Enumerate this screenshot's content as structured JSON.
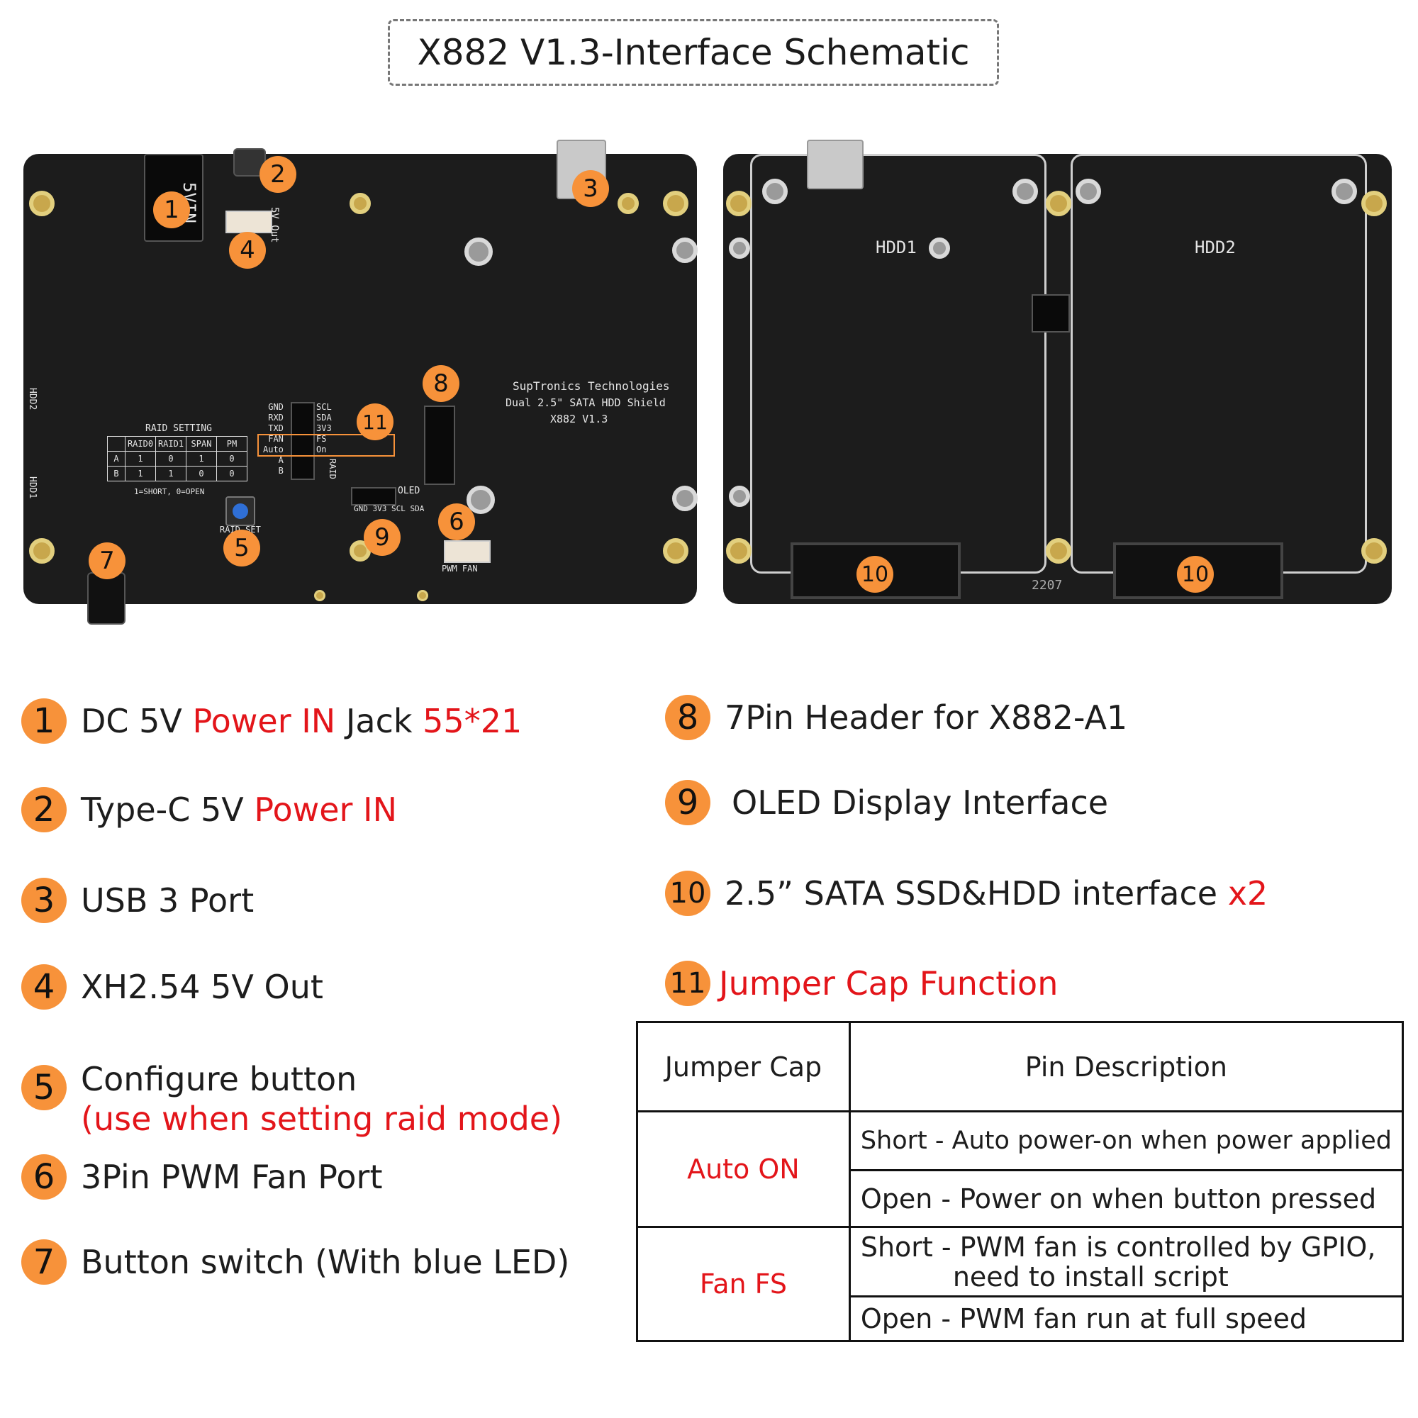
{
  "title": "X882 V1.3-Interface Schematic",
  "board_left": {
    "silkscreen": {
      "vin": "5VIN",
      "out5v": "5V Out",
      "company": "SupTronics Technologies",
      "product": "Dual 2.5\" SATA HDD Shield",
      "model": "X882  V1.3",
      "raid_title": "RAID SETTING",
      "raid_headers": [
        "",
        "RAID0",
        "RAID1",
        "SPAN",
        "PM"
      ],
      "raid_rows": [
        [
          "A",
          "1",
          "0",
          "1",
          "0"
        ],
        [
          "B",
          "1",
          "1",
          "0",
          "0"
        ]
      ],
      "raid_note": "1=SHORT, 0=OPEN",
      "raid_set": "RAID SET",
      "pins_left": [
        "GND",
        "RXD",
        "TXD",
        "FAN",
        "Auto"
      ],
      "pins_right": [
        "SCL",
        "SDA",
        "3V3",
        "FS",
        "On"
      ],
      "pin_a": "A",
      "pin_b": "B",
      "raid_vertical": "RAID",
      "oled": "OLED",
      "oled_pins": [
        "GND",
        "3V3",
        "SCL",
        "SDA"
      ],
      "pwm_fan": "PWM FAN",
      "hdd2": "HDD2",
      "hdd1": "HDD1"
    }
  },
  "board_right": {
    "silkscreen": {
      "hdd1": "HDD1",
      "hdd2": "HDD2",
      "code": "2207"
    }
  },
  "markers": {
    "m1": "1",
    "m2": "2",
    "m3": "3",
    "m4": "4",
    "m5": "5",
    "m6": "6",
    "m7": "7",
    "m8": "8",
    "m9": "9",
    "m10a": "10",
    "m10b": "10",
    "m11": "11"
  },
  "legend": [
    {
      "num": "1",
      "parts": [
        [
          "DC 5V ",
          false
        ],
        [
          "Power IN",
          true
        ],
        [
          " Jack ",
          false
        ],
        [
          "55*21",
          true
        ]
      ]
    },
    {
      "num": "2",
      "parts": [
        [
          "Type-C 5V ",
          false
        ],
        [
          "Power IN",
          true
        ]
      ]
    },
    {
      "num": "3",
      "parts": [
        [
          "USB 3 Port",
          false
        ]
      ]
    },
    {
      "num": "4",
      "parts": [
        [
          "XH2.54 5V Out",
          false
        ]
      ]
    },
    {
      "num": "5",
      "line1": "Configure button",
      "line2": "(use when setting raid mode)"
    },
    {
      "num": "6",
      "parts": [
        [
          "3Pin PWM Fan Port",
          false
        ]
      ]
    },
    {
      "num": "7",
      "parts": [
        [
          "Button switch (With blue LED)",
          false
        ]
      ]
    },
    {
      "num": "8",
      "parts": [
        [
          "7Pin Header for X882-A1",
          false
        ]
      ]
    },
    {
      "num": "9",
      "parts": [
        [
          "OLED Display Interface",
          false
        ]
      ]
    },
    {
      "num": "10",
      "parts": [
        [
          "2.5” SATA SSD&HDD interface ",
          false
        ],
        [
          "x2",
          true
        ]
      ]
    },
    {
      "num": "11",
      "parts": [
        [
          "Jumper Cap Function",
          true
        ]
      ]
    }
  ],
  "jumper_table": {
    "header_cap": "Jumper Cap",
    "header_desc": "Pin Description",
    "auto_on": "Auto ON",
    "auto_short": "Short - Auto power-on when power applied",
    "auto_open": "Open - Power on when button pressed",
    "fan_fs": "Fan FS",
    "fan_short_1": "Short - PWM fan is controlled by GPIO,",
    "fan_short_2": "need to install script",
    "fan_open": "Open - PWM fan run at full speed"
  },
  "colors": {
    "accent_orange": "#f7923a",
    "highlight_red": "#e3151a",
    "board": "#1c1c1c",
    "gold": "#c8a74c"
  }
}
